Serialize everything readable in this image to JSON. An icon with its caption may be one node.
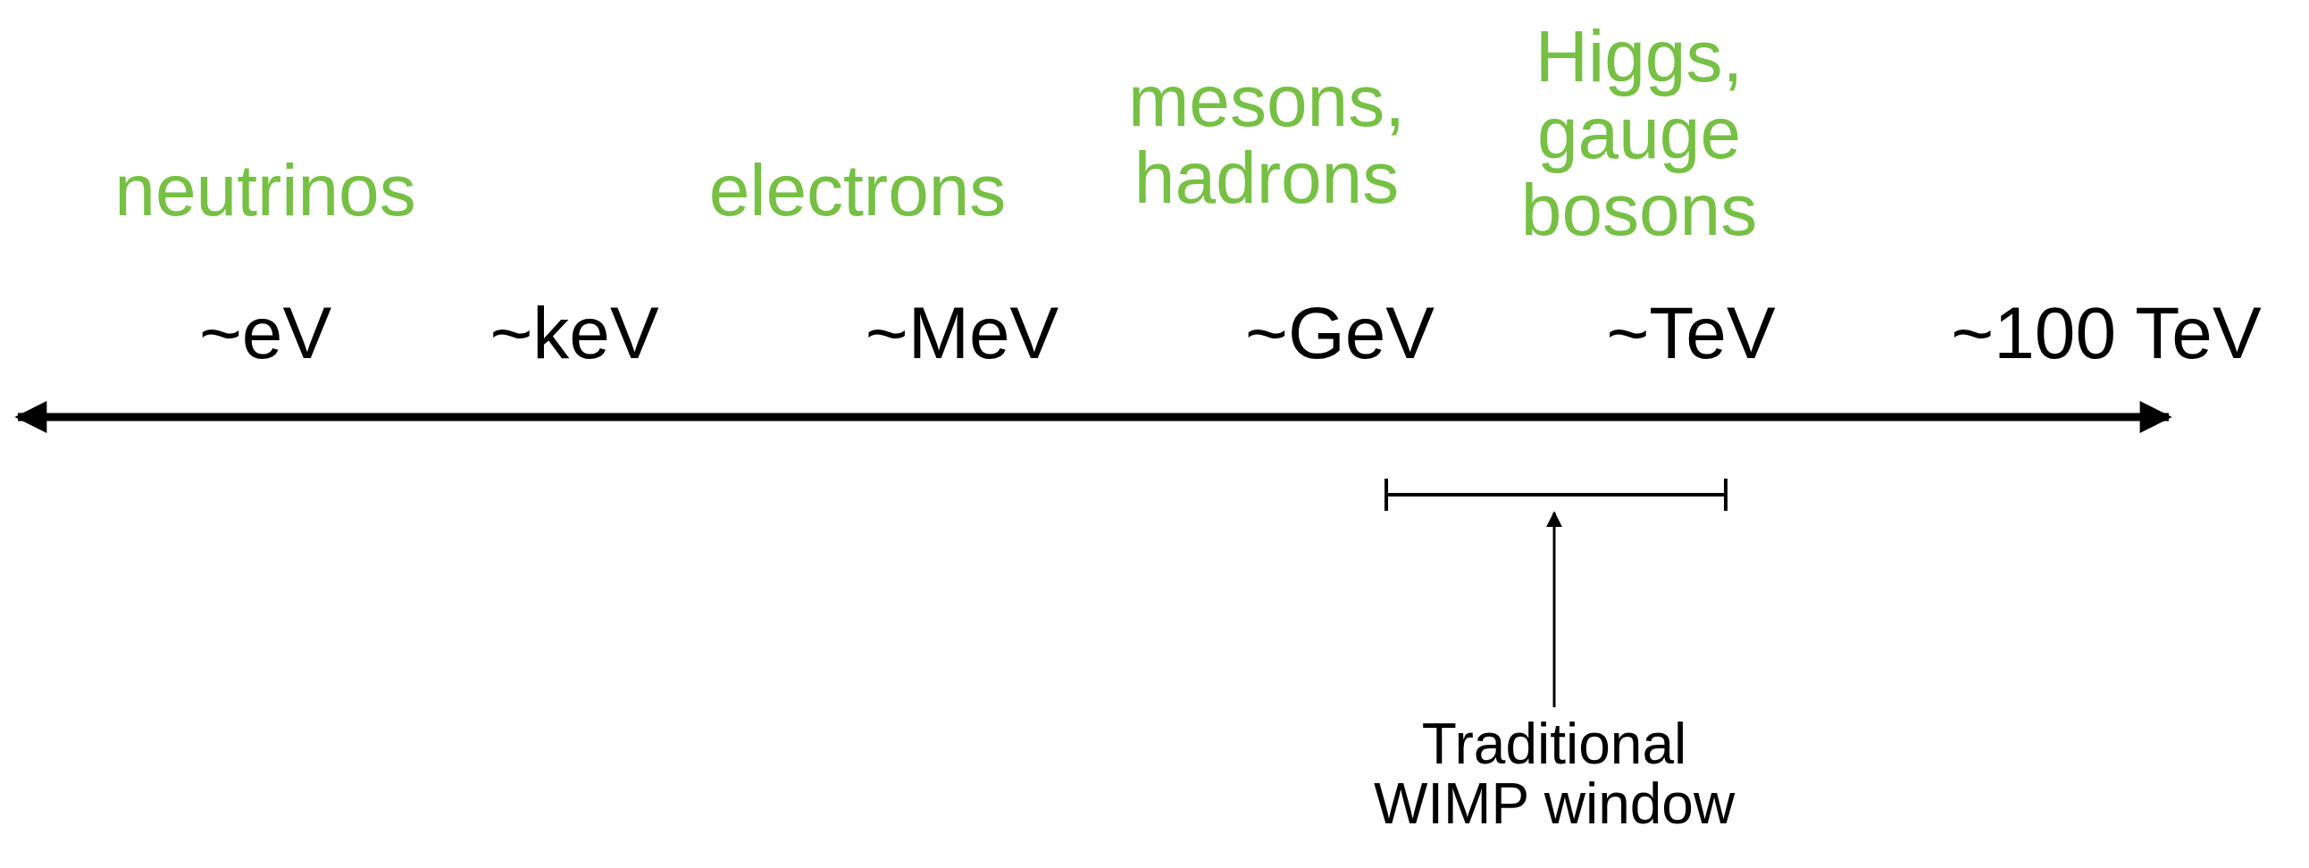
{
  "diagram": {
    "nodes": [
      {
        "text": [
          "Traditional WIMP window"
        ]
      },
      {
        "text": [],
        "shape": "bar"
      }
    ],
    "edges": [
      {
        "from": 0,
        "to": 1,
        "arrow": "to"
      }
    ],
    "labels": [
      "Higgs, gauge bosons",
      "mesons, hadrons",
      "neutrinos",
      "electrons",
      "~eV",
      "~keV",
      "~MeV",
      "~GeV",
      "~TeV",
      "~100 TeV"
    ]
  }
}
